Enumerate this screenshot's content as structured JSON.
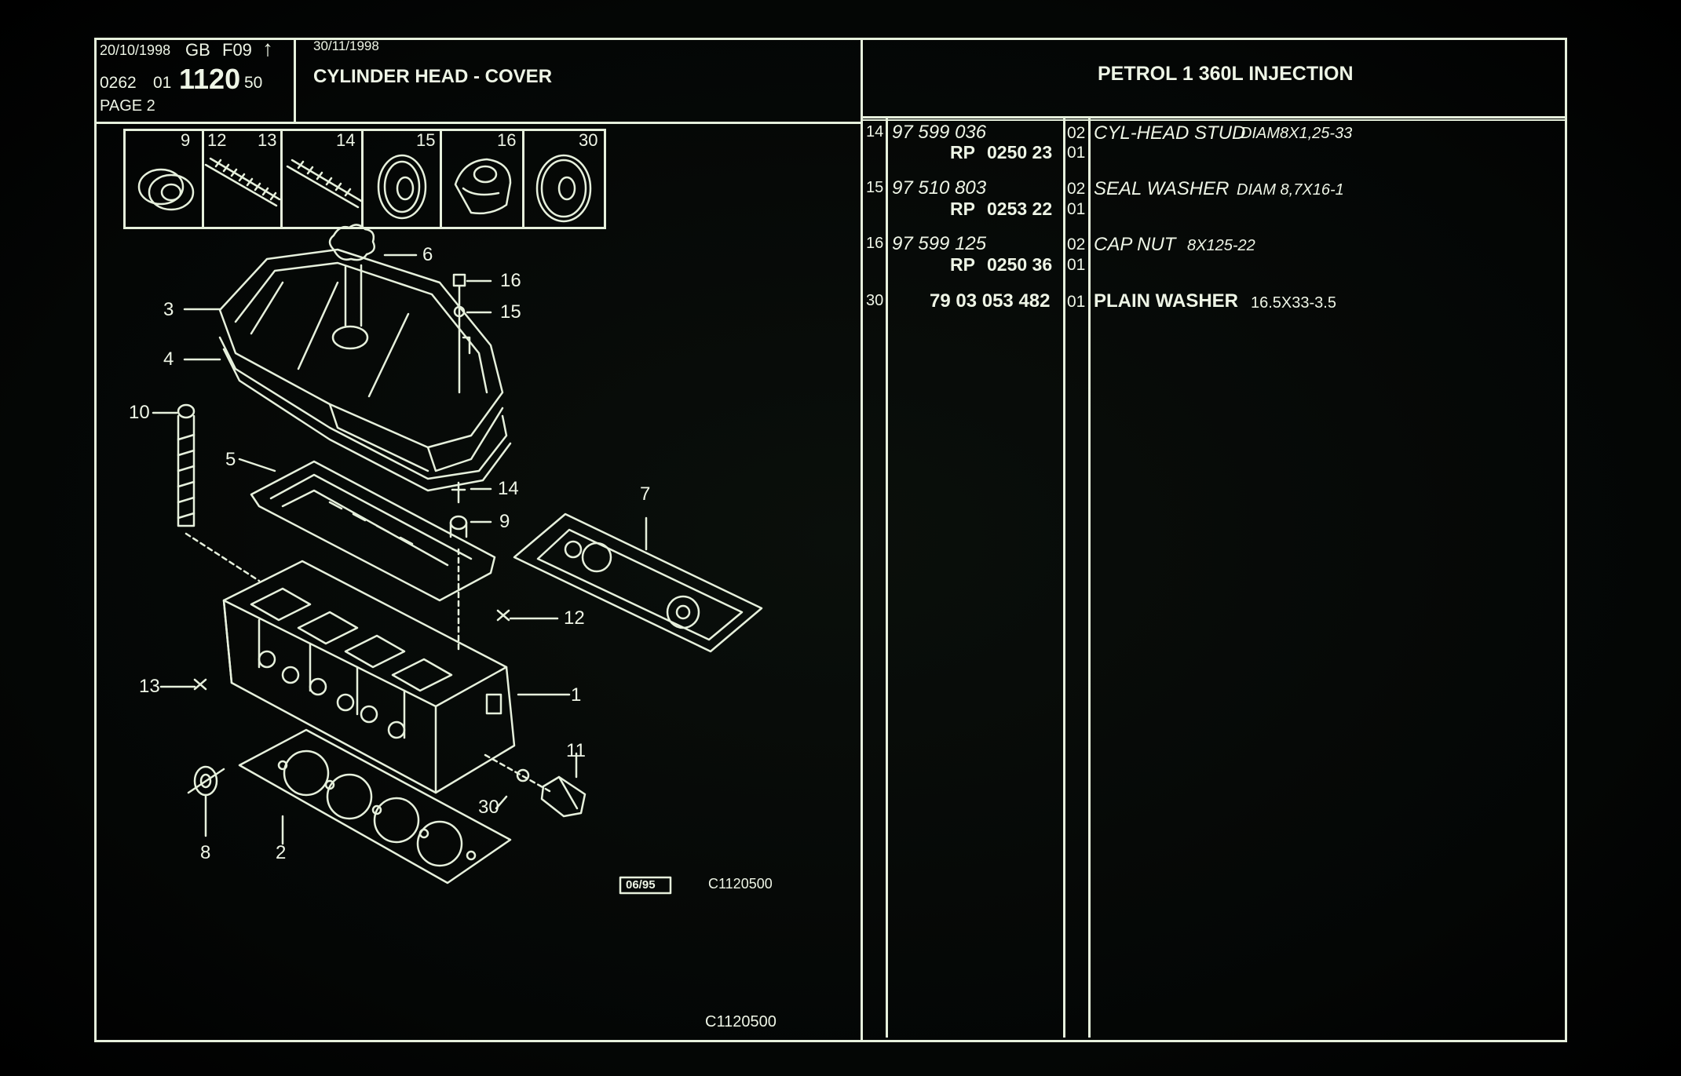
{
  "header": {
    "date1": "20/10/1998",
    "lang": "GB",
    "code": "F09",
    "arrow": "↑",
    "ref_a": "0262",
    "ref_b": "01",
    "ref_main": "1120",
    "ref_c": "50",
    "page": "PAGE 2",
    "date2": "30/11/1998",
    "title": "CYLINDER HEAD - COVER",
    "engine": "PETROL 1 360L INJECTION"
  },
  "thumbnails": [
    {
      "label": "9",
      "icon": "cap-icon"
    },
    {
      "label": "12",
      "label2": "13",
      "icon": "stud-icon"
    },
    {
      "label": "14",
      "icon": "stud-icon"
    },
    {
      "label": "15",
      "icon": "seal-washer-icon"
    },
    {
      "label": "16",
      "icon": "cap-nut-icon"
    },
    {
      "label": "30",
      "icon": "plain-washer-icon"
    }
  ],
  "callouts": [
    "1",
    "2",
    "3",
    "4",
    "5",
    "6",
    "7",
    "8",
    "9",
    "10",
    "11",
    "12",
    "13",
    "14",
    "15",
    "16",
    "30"
  ],
  "diagram_footer": {
    "stamp": "06/95",
    "ref1": "C1120500",
    "ref2": "C1120500"
  },
  "parts": [
    {
      "item": "14",
      "number": "97 599 036",
      "rp": "RP",
      "rp_code": "0250 23",
      "qty": "02",
      "qty2": "01",
      "desc": "CYL-HEAD STUD",
      "spec": "DIAM8X1,25-33"
    },
    {
      "item": "15",
      "number": "97 510 803",
      "rp": "RP",
      "rp_code": "0253 22",
      "qty": "02",
      "qty2": "01",
      "desc": "SEAL WASHER",
      "spec": "DIAM 8,7X16-1"
    },
    {
      "item": "16",
      "number": "97 599 125",
      "rp": "RP",
      "rp_code": "0250 36",
      "qty": "02",
      "qty2": "01",
      "desc": "CAP NUT",
      "spec": "8X125-22"
    },
    {
      "item": "30",
      "number": "79 03 053 482",
      "qty": "01",
      "desc": "PLAIN WASHER",
      "spec": "16.5X33-3.5"
    }
  ],
  "colors": {
    "ink": "#e6f0dc",
    "background": "#040605"
  }
}
